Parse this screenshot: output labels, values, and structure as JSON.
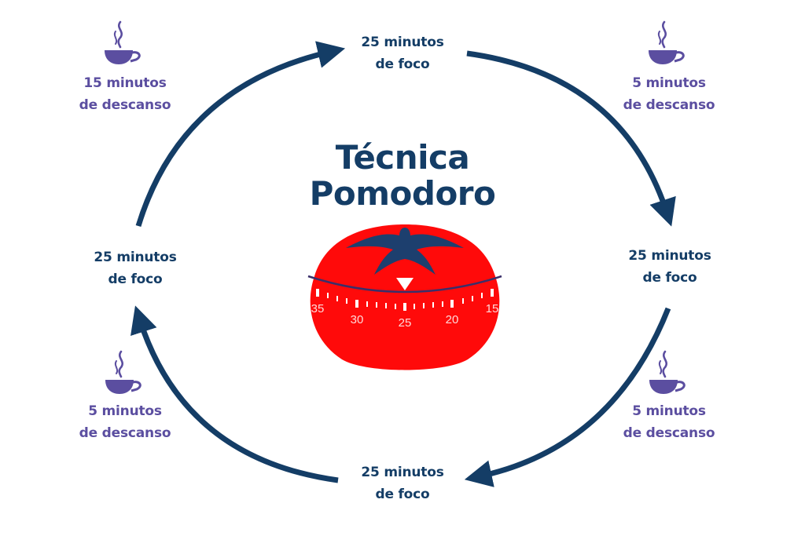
{
  "title": {
    "line1": "Técnica",
    "line2": "Pomodoro"
  },
  "colors": {
    "focus_text": "#143d66",
    "rest_text": "#5b4ea0",
    "arrow": "#143d66",
    "tomato": "#ff0a0a",
    "leaves": "#1d3f6e"
  },
  "steps": [
    {
      "id": "focus-top",
      "type": "focus",
      "line1": "25 minutos",
      "line2": "de foco"
    },
    {
      "id": "rest-top-right",
      "type": "rest",
      "line1": "5 minutos",
      "line2": "de descanso",
      "icon": "coffee-cup-icon"
    },
    {
      "id": "focus-right",
      "type": "focus",
      "line1": "25 minutos",
      "line2": "de foco"
    },
    {
      "id": "rest-bottom-right",
      "type": "rest",
      "line1": "5 minutos",
      "line2": "de descanso",
      "icon": "coffee-cup-icon"
    },
    {
      "id": "focus-bottom",
      "type": "focus",
      "line1": "25 minutos",
      "line2": "de foco"
    },
    {
      "id": "rest-bottom-left",
      "type": "rest",
      "line1": "5 minutos",
      "line2": "de descanso",
      "icon": "coffee-cup-icon"
    },
    {
      "id": "focus-left",
      "type": "focus",
      "line1": "25 minutos",
      "line2": "de foco"
    },
    {
      "id": "rest-top-left",
      "type": "rest",
      "line1": "15 minutos",
      "line2": "de descanso",
      "icon": "coffee-cup-icon"
    }
  ],
  "timer": {
    "dial_numbers": [
      "35",
      "30",
      "25",
      "20",
      "15"
    ],
    "pointer": "25"
  }
}
